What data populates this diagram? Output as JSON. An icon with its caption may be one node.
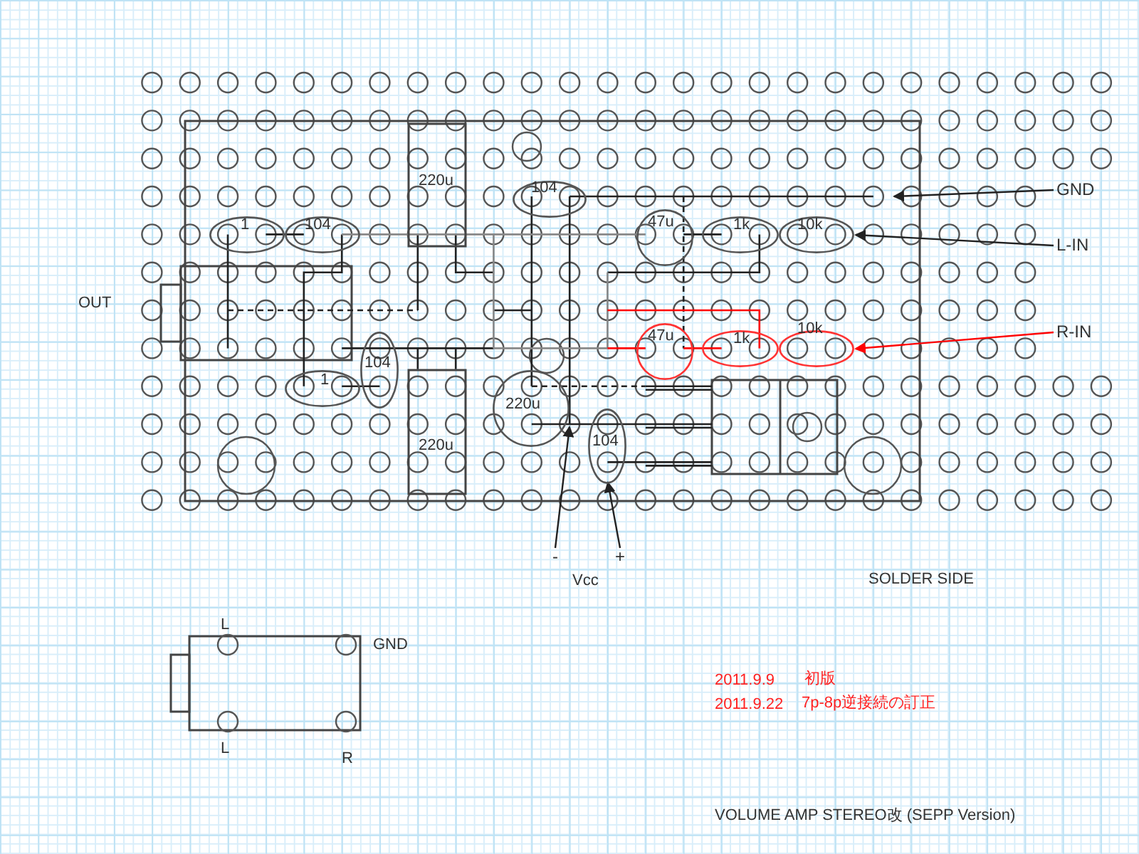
{
  "diagram": {
    "nodes": [
      {
        "text": [
          "1"
        ]
      },
      {
        "text": [
          "104"
        ]
      },
      {
        "text": [
          "220u"
        ]
      },
      {
        "text": [
          "104"
        ]
      },
      {
        "text": [
          "47u"
        ]
      },
      {
        "text": [
          "1k"
        ]
      },
      {
        "text": [
          "10k"
        ]
      },
      {
        "text": [
          "47u"
        ]
      },
      {
        "text": [
          "1k"
        ]
      },
      {
        "text": [
          "10k"
        ]
      },
      {
        "text": [
          "1"
        ]
      },
      {
        "text": [
          "104"
        ]
      },
      {
        "text": [
          "220u"
        ]
      },
      {
        "text": [
          "220u"
        ]
      },
      {
        "text": [
          "104"
        ]
      },
      {
        "text": [
          "GND"
        ]
      },
      {
        "text": [
          "L-IN"
        ]
      },
      {
        "text": [
          "R-IN"
        ]
      },
      {
        "text": [
          "-"
        ]
      },
      {
        "text": [
          "+"
        ]
      }
    ],
    "edges": [
      {
        "from": 15,
        "to": null,
        "arrow": "to"
      },
      {
        "from": 16,
        "to": 6,
        "arrow": "to"
      },
      {
        "from": 17,
        "to": 9,
        "arrow": "to",
        "color": "#ff0000"
      },
      {
        "from": 18,
        "to": 13,
        "arrow": "to"
      },
      {
        "from": 19,
        "to": 14,
        "arrow": "to"
      }
    ],
    "labels": [
      "OUT",
      "Vcc",
      "SOLDER SIDE",
      "L",
      "GND",
      "2011.9.9",
      "初版",
      "2011.9.22",
      "7p-8p逆接続の訂正",
      "L",
      "R",
      "VOLUME AMP STEREO改 (SEPP Version)"
    ]
  }
}
